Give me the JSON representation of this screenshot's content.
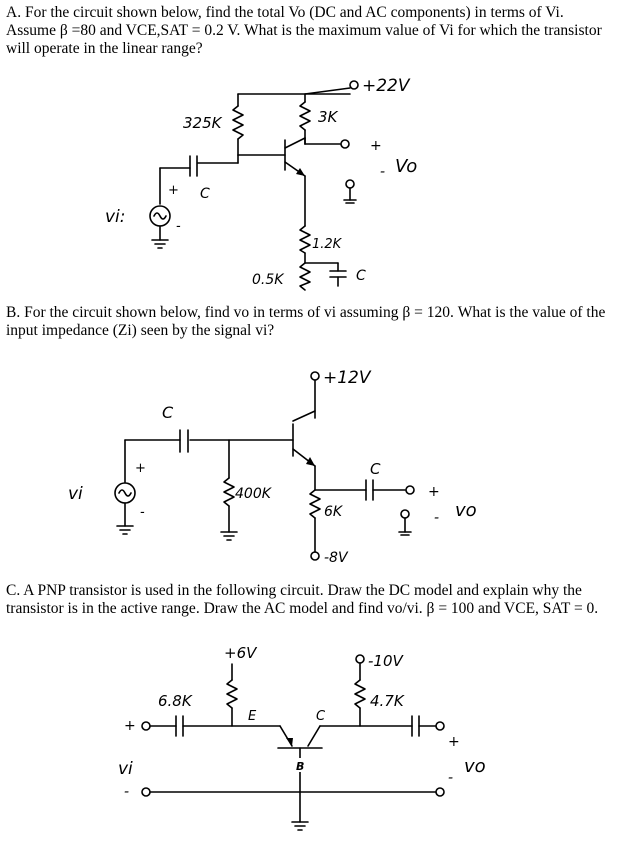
{
  "problems": [
    {
      "label": "A.",
      "text": "For the circuit shown below, find the total Vo (DC and AC components) in terms of Vi. Assume β =80 and VCE,SAT = 0.2 V. What is the maximum value of Vi for which the transistor will operate in the linear range?",
      "circuit": {
        "supply": "+22V",
        "rb": "325K",
        "rc": "3K",
        "re1": "1.2K",
        "re2": "0.5K",
        "cap": "C",
        "source": "vi:",
        "output": "Vo",
        "plus": "+",
        "minus": "-"
      }
    },
    {
      "label": "B.",
      "text": "For the circuit shown below, find vo in terms of vi assuming β = 120. What is the value of the input impedance (Zi) seen by the signal vi?",
      "circuit": {
        "supply": "+12V",
        "rb": "400K",
        "re": "6K",
        "neg_supply": "-8V",
        "cap": "C",
        "source": "vi",
        "output": "vo",
        "plus": "+",
        "minus": "-"
      }
    },
    {
      "label": "C.",
      "text": "A PNP transistor is used in the following circuit. Draw the DC model and explain why the transistor is in the active range. Draw the AC model and find vo/vi. β = 100 and VCE, SAT = 0.",
      "circuit": {
        "supply_e": "+6V",
        "supply_c": "-10V",
        "re": "6.8K",
        "rc": "4.7K",
        "emitter": "E",
        "collector": "C",
        "base": "B",
        "source": "vi",
        "output": "vo",
        "plus": "+",
        "minus": "-"
      }
    }
  ]
}
